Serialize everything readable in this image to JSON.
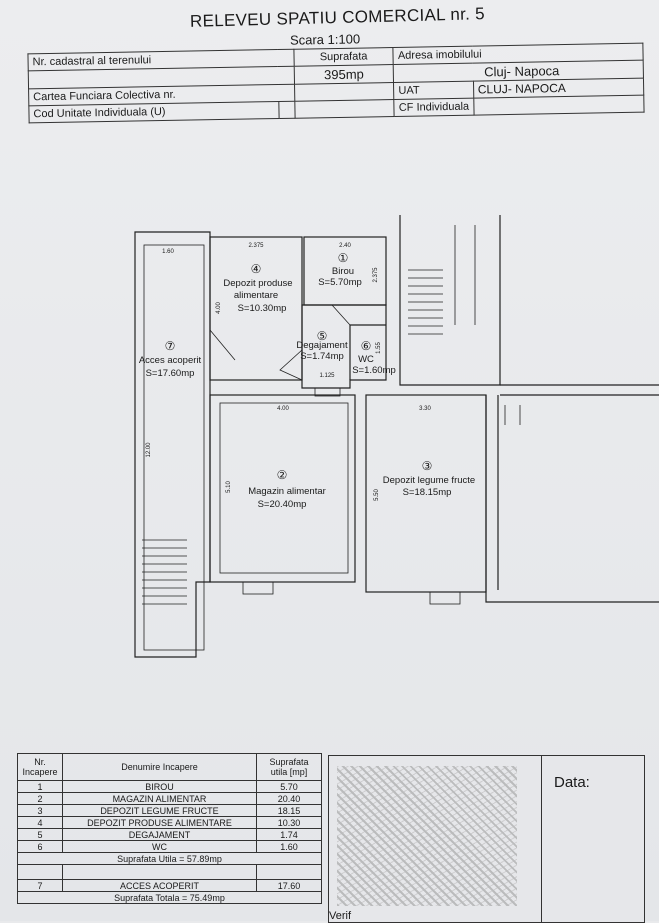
{
  "header": {
    "title": "RELEVEU SPATIU COMERCIAL nr. 5",
    "scale": "Scara 1:100",
    "nr_cadastral_label": "Nr. cadastral al terenului",
    "suprafata_label": "Suprafata",
    "adresa_label": "Adresa imobilului",
    "suprafata_value": "395mp",
    "adresa_value": "Cluj- Napoca",
    "carte_funciara_label": "Cartea Funciara Colectiva nr.",
    "uat_label": "UAT",
    "uat_value": "CLUJ- NAPOCA",
    "cod_unitate_label": "Cod Unitate Individuala (U)",
    "cf_individuala_label": "CF Individuala"
  },
  "plan": {
    "rooms": [
      {
        "nr": "④",
        "name": "Depozit produse",
        "name2": "alimentare",
        "area": "S=10.30mp"
      },
      {
        "nr": "①",
        "name": "Birou",
        "area": "S=5.70mp"
      },
      {
        "nr": "⑤",
        "name": "Degajament",
        "area": "S=1.74mp"
      },
      {
        "nr": "⑥",
        "name": "WC",
        "area": "S=1.60mp"
      },
      {
        "nr": "⑦",
        "name": "Acces acoperit",
        "area": "S=17.60mp"
      },
      {
        "nr": "②",
        "name": "Magazin alimentar",
        "area": "S=20.40mp"
      },
      {
        "nr": "③",
        "name": "Depozit legume fructe",
        "area": "S=18.15mp"
      }
    ],
    "dims": [
      "1.60",
      "2.375",
      "2.40",
      "4.00",
      "3.30",
      "12.00",
      "4.00",
      "2.375",
      "1.55",
      "1.125",
      "5.10",
      "5.50"
    ]
  },
  "legend": {
    "headers": [
      "Nr. Incapere",
      "Denumire Incapere",
      "Suprafata utila [mp]"
    ],
    "rows": [
      {
        "nr": "1",
        "name": "BIROU",
        "area": "5.70"
      },
      {
        "nr": "2",
        "name": "MAGAZIN ALIMENTAR",
        "area": "20.40"
      },
      {
        "nr": "3",
        "name": "DEPOZIT LEGUME FRUCTE",
        "area": "18.15"
      },
      {
        "nr": "4",
        "name": "DEPOZIT PRODUSE ALIMENTARE",
        "area": "10.30"
      },
      {
        "nr": "5",
        "name": "DEGAJAMENT",
        "area": "1.74"
      },
      {
        "nr": "6",
        "name": "WC",
        "area": "1.60"
      }
    ],
    "subtotal": "Suprafata Utila = 57.89mp",
    "extra": {
      "nr": "7",
      "name": "ACCES ACOPERIT",
      "area": "17.60"
    },
    "total": "Suprafata Totala = 75.49mp"
  },
  "stamp": {
    "data_label": "Data:",
    "verif_label": "Verif"
  }
}
